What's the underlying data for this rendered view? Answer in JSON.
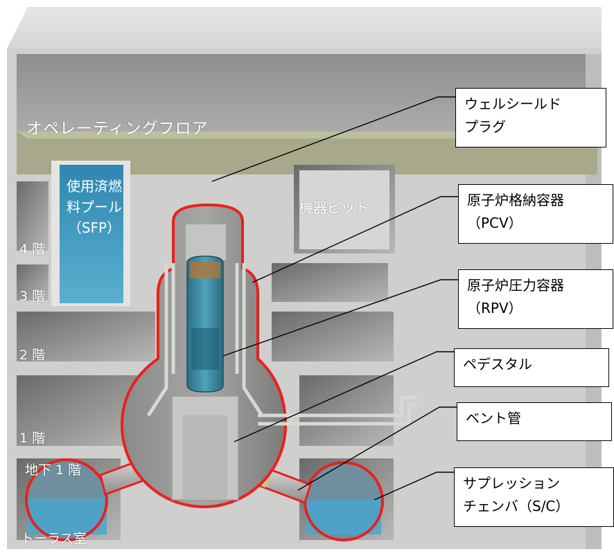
{
  "labels": {
    "operating_floor": "オペレーティングフロア",
    "sfp_line1": "使用済燃",
    "sfp_line2": "料プール",
    "sfp_line3": "（SFP）",
    "equipment_pit": "機器ピット",
    "floor_4": "4 階",
    "floor_3": "3 階",
    "floor_2": "2 階",
    "floor_1": "1 階",
    "basement_1": "地下 1 階",
    "torus_room": "トーラス室"
  },
  "callouts": {
    "well_shield_plug": [
      "ウェルシールド",
      "プラグ"
    ],
    "pcv": [
      "原子炉格納容器",
      "（PCV）"
    ],
    "rpv": [
      "原子炉圧力容器",
      "（RPV）"
    ],
    "pedestal": [
      "ペデスタル"
    ],
    "vent_pipe": [
      "ベント管"
    ],
    "suppression_chamber": [
      "サプレッション",
      "チェンバ（S/C）"
    ]
  },
  "colors": {
    "pcv_outline": "#e8211f",
    "concrete": "#cfcfcd",
    "water": "#3b8eb4",
    "floor_slab": "#a8a98a"
  }
}
